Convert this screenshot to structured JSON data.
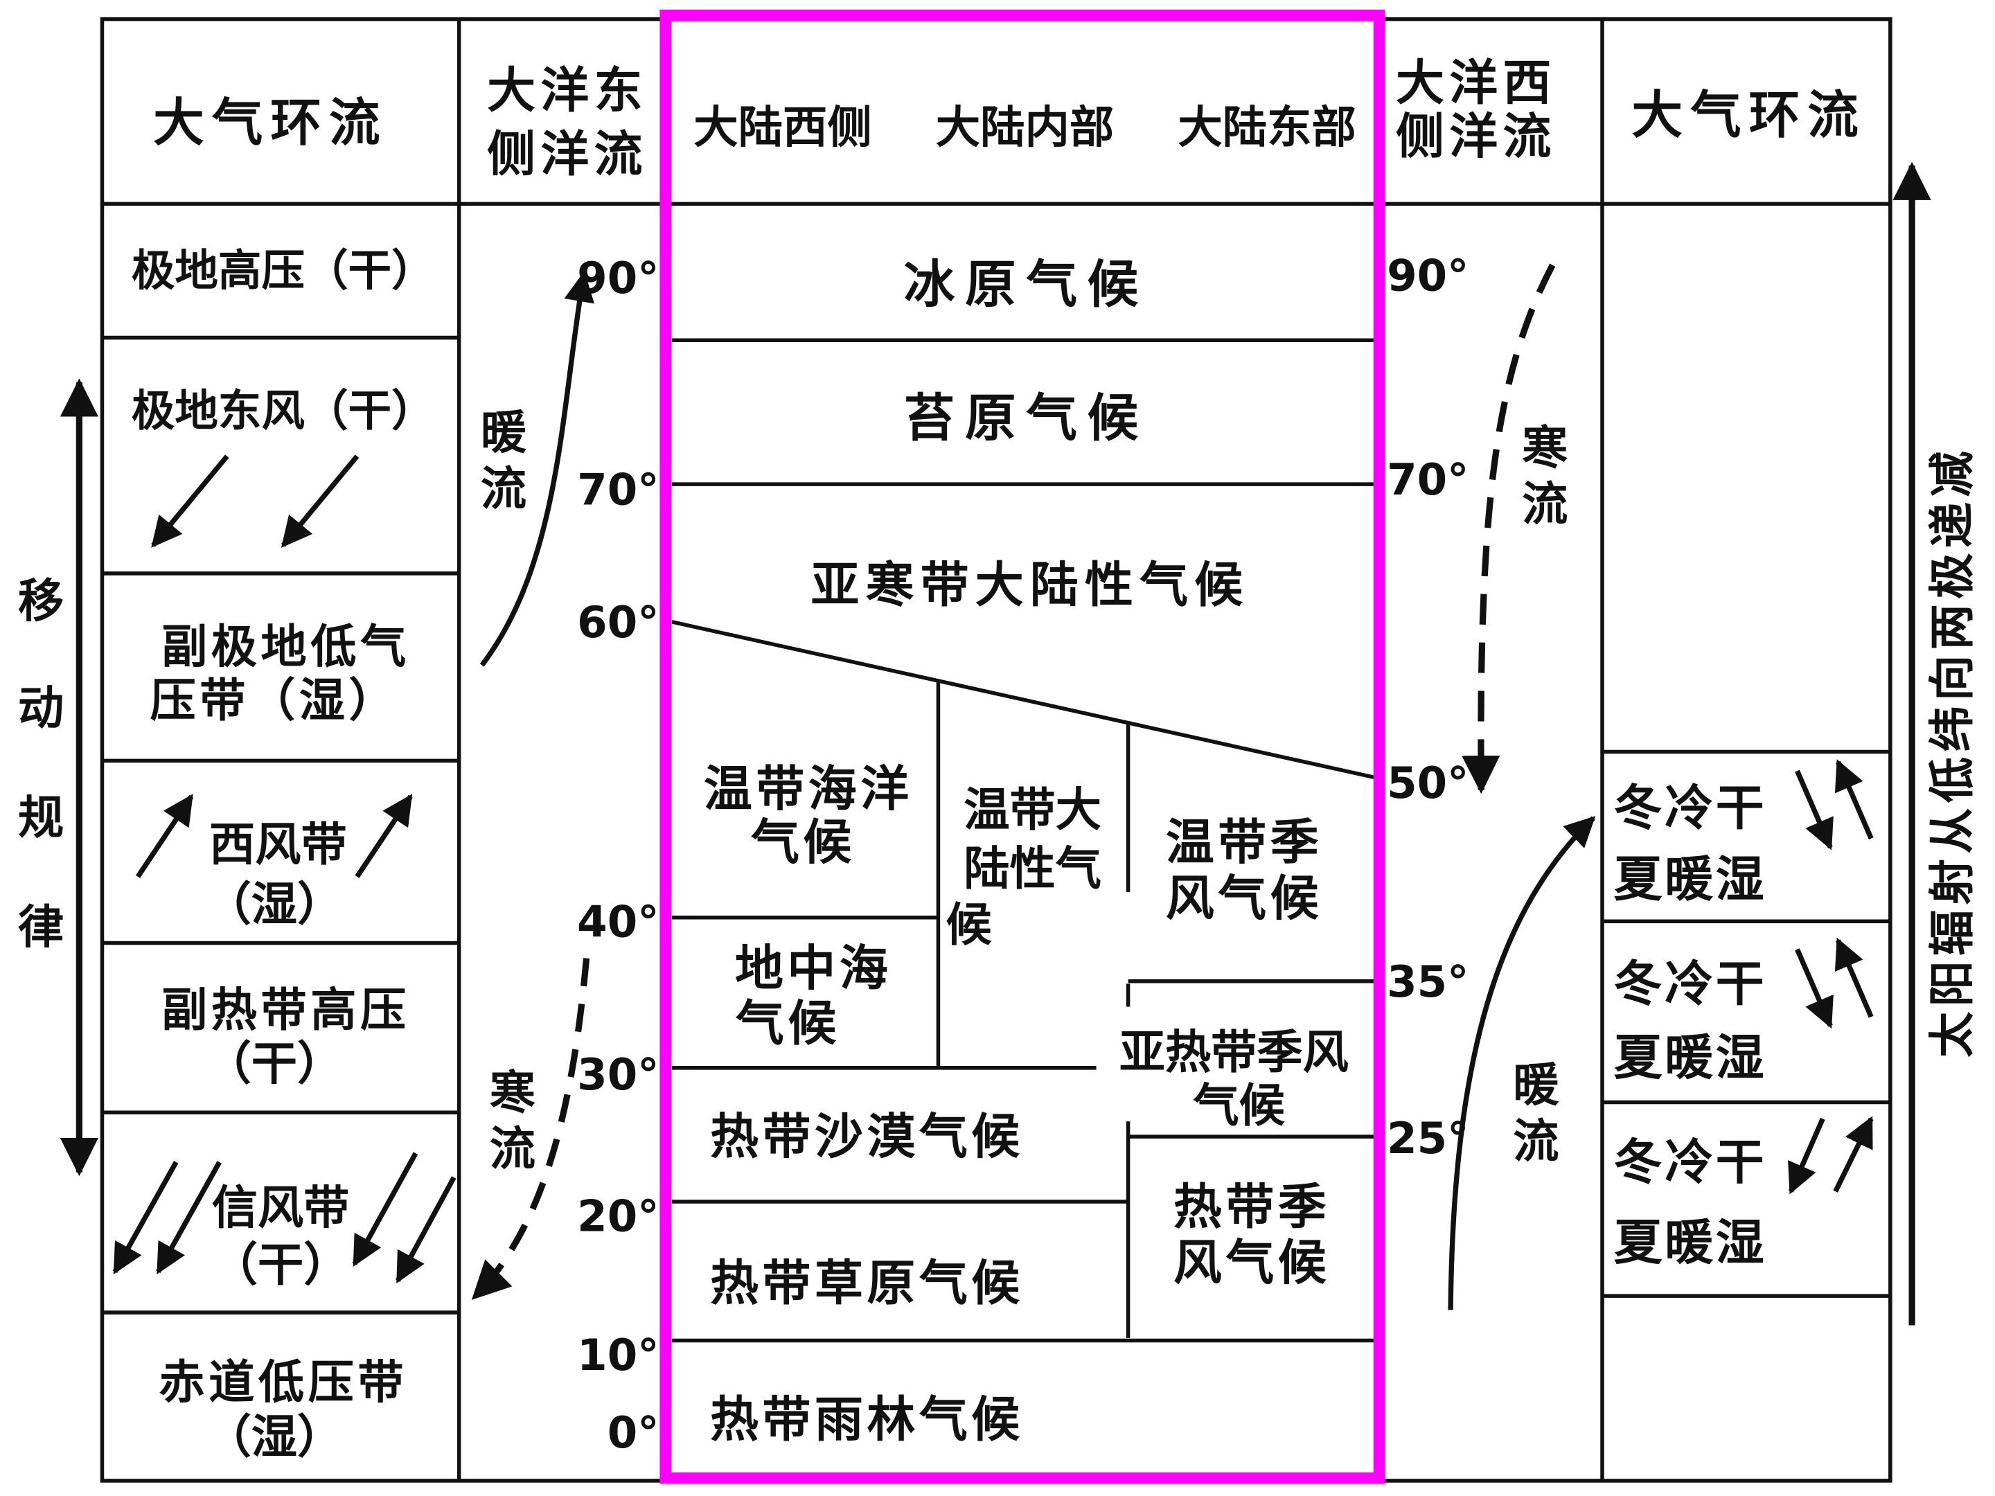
{
  "colors": {
    "ink": "#111111",
    "highlight": "#ff00ff",
    "background": "#ffffff"
  },
  "headers": {
    "left_circulation": "大气环流",
    "east_current": [
      "大洋东",
      "侧洋流"
    ],
    "continent_west": "大陆西侧",
    "continent_interior": "大陆内部",
    "continent_east": "大陆东部",
    "west_current": [
      "大洋西",
      "侧洋流"
    ],
    "right_circulation": "大气环流"
  },
  "pressure_belts": [
    {
      "id": "polar-high",
      "lines": [
        "极地高压（干）"
      ]
    },
    {
      "id": "polar-easterlies",
      "lines": [
        "极地东风（干）"
      ]
    },
    {
      "id": "subpolar-low",
      "lines": [
        "副极地低气",
        "压带（湿）"
      ]
    },
    {
      "id": "westerlies",
      "lines": [
        "西风带",
        "（湿）"
      ]
    },
    {
      "id": "subtropical-high",
      "lines": [
        "副热带高压",
        "（干）"
      ]
    },
    {
      "id": "trade-winds",
      "lines": [
        "信风带",
        "（干）"
      ]
    },
    {
      "id": "equatorial-low",
      "lines": [
        "赤道低压带",
        "（湿）"
      ]
    }
  ],
  "shift_label": [
    "移",
    "动",
    "规",
    "律"
  ],
  "left_currents": {
    "warm": [
      "暖",
      "流"
    ],
    "cold": [
      "寒",
      "流"
    ]
  },
  "left_latitudes": [
    "90°",
    "70°",
    "60°",
    "40°",
    "30°",
    "20°",
    "10°",
    "0°"
  ],
  "right_latitudes": [
    "90°",
    "70°",
    "50°",
    "35°",
    "25°"
  ],
  "right_currents": {
    "cold": [
      "寒",
      "流"
    ],
    "warm": [
      "暖",
      "流"
    ]
  },
  "climates": {
    "ice_cap": "冰原气候",
    "tundra": "苔原气候",
    "subarctic": "亚寒带大陆性气候",
    "temperate_maritime": [
      "温带海洋",
      "气候"
    ],
    "temperate_continental": [
      "温带大",
      "陆性气",
      "候"
    ],
    "temperate_monsoon": [
      "温带季",
      "风气候"
    ],
    "mediterranean": [
      "地中海",
      "气候"
    ],
    "subtropical_monsoon": [
      "亚热带季风",
      "气候"
    ],
    "tropical_desert": "热带沙漠气候",
    "tropical_monsoon": [
      "热带季",
      "风气候"
    ],
    "tropical_savanna": "热带草原气候",
    "tropical_rainforest": "热带雨林气候"
  },
  "right_monsoon": [
    {
      "lines": [
        "冬冷干",
        "夏暖湿"
      ]
    },
    {
      "lines": [
        "冬冷干",
        "夏暖湿"
      ]
    },
    {
      "lines": [
        "冬冷干",
        "夏暖湿"
      ]
    }
  ],
  "radiation_label": "太阳辐射从低纬向两极递减"
}
